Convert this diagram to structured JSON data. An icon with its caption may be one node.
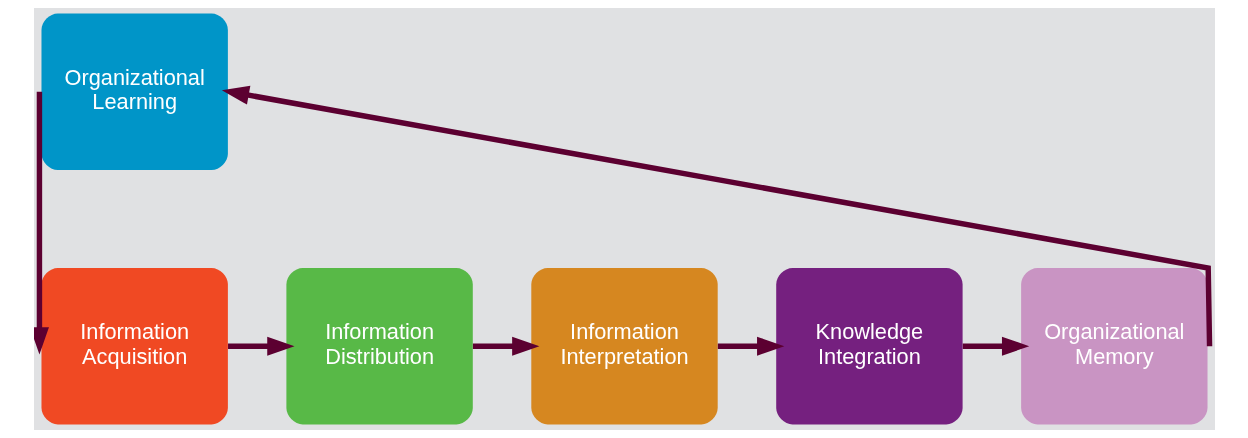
{
  "diagram": {
    "nodes": [
      {
        "text": [
          "Organizational Learning"
        ]
      },
      {
        "text": [
          "Information Acquisition"
        ]
      },
      {
        "text": [
          "Information Distribution"
        ]
      },
      {
        "text": [
          "Information Interpretation"
        ]
      },
      {
        "text": [
          "Knowledge Integration"
        ]
      },
      {
        "text": [
          "Organizational Memory"
        ]
      }
    ],
    "edges": [
      {
        "from": 0,
        "to": 1,
        "arrow": "to"
      },
      {
        "from": 1,
        "to": 2,
        "arrow": "to"
      },
      {
        "from": 2,
        "to": 3,
        "arrow": "to"
      },
      {
        "from": 3,
        "to": 4,
        "arrow": "to"
      },
      {
        "from": 4,
        "to": 5,
        "arrow": "to"
      },
      {
        "from": 5,
        "to": 0,
        "arrow": "to"
      }
    ]
  }
}
